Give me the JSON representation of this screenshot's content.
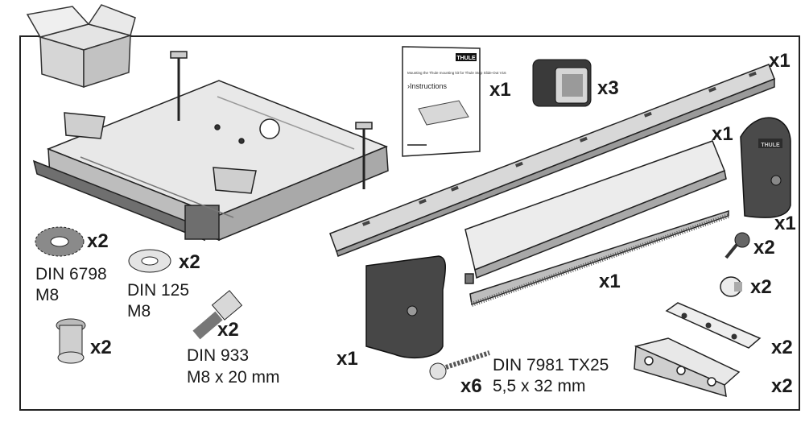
{
  "manual": {
    "cover_title": "Mounting the Thule mounting kit for Thule Step Slide-Out V16",
    "cover_heading": "Instructions",
    "brand": "THULE"
  },
  "parts": {
    "manual_qty": "x1",
    "end_cap_qty": "x3",
    "long_rail_qty": "x1",
    "brush_profile_top_qty": "x1",
    "right_end_cover_qty": "x1",
    "brush_profile_bottom_qty": "x1",
    "screw_qty": "x2",
    "plug_qty": "x2",
    "serrated_washer": {
      "qty": "x2",
      "std": "DIN 6798",
      "size": "M8"
    },
    "flat_washer": {
      "qty": "x2",
      "std": "DIN 125",
      "size": "M8"
    },
    "rivet_nut_qty": "x2",
    "bolt": {
      "qty": "x2",
      "std": "DIN 933",
      "size": "M8 x 20 mm"
    },
    "left_end_cover_qty": "x1",
    "wood_screw": {
      "qty": "x6",
      "std": "DIN 7981 TX25",
      "size": "5,5 x 32 mm"
    },
    "flat_bracket_qty": "x2",
    "u_bracket_qty": "x2"
  }
}
